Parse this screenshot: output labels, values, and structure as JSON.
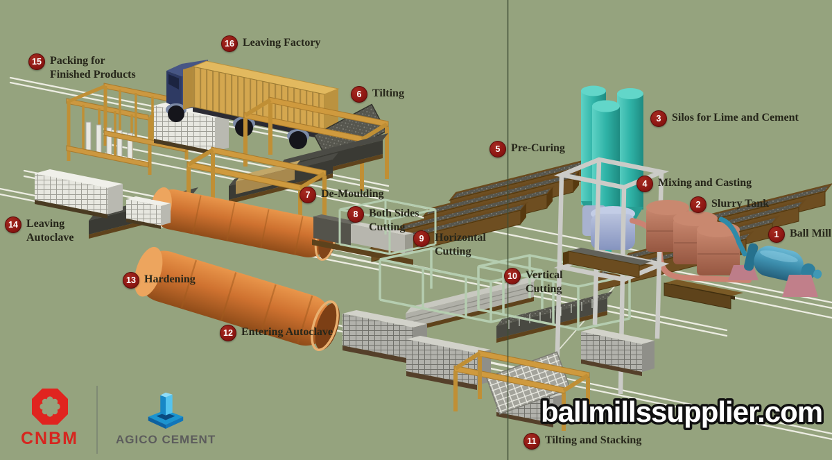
{
  "title": "AAC Block Production Line Process Diagram",
  "watermark": "ballmillssupplier.com",
  "branding": {
    "cnbm": {
      "name": "CNBM",
      "icon": "red-octagon-gear"
    },
    "agico": {
      "name": "AGICO CEMENT",
      "icon": "blue-tower-diamond"
    }
  },
  "steps": [
    {
      "num": "1",
      "label": "Ball Mill"
    },
    {
      "num": "2",
      "label": "Slurry Tank"
    },
    {
      "num": "3",
      "label": "Silos for Lime and Cement"
    },
    {
      "num": "4",
      "label": "Mixing and Casting"
    },
    {
      "num": "5",
      "label": "Pre-Curing"
    },
    {
      "num": "6",
      "label": "Tilting"
    },
    {
      "num": "7",
      "label": "De-Moulding"
    },
    {
      "num": "8",
      "label": "Both Sides\nCutting"
    },
    {
      "num": "9",
      "label": "Horizontal\nCutting"
    },
    {
      "num": "10",
      "label": "Vertical\nCutting"
    },
    {
      "num": "11",
      "label": "Tilting and Stacking"
    },
    {
      "num": "12",
      "label": "Entering Autoclave"
    },
    {
      "num": "13",
      "label": "Hardening"
    },
    {
      "num": "14",
      "label": "Leaving\nAutoclave"
    },
    {
      "num": "15",
      "label": "Packing for\nFinished Products"
    },
    {
      "num": "16",
      "label": "Leaving Factory"
    }
  ],
  "colors": {
    "background": "#95a37e",
    "fold_line": "#3e4c34",
    "badge": "#8e1713",
    "badge_text": "#ffffff",
    "label_text": "#26261a",
    "autoclave_orange": "#cf7230",
    "silo_teal": "#2fb3a7",
    "ball_mill_blue": "#3d8fae",
    "slurry_tank_brown": "#b36f5a",
    "gantry_orange": "#cf9a3e",
    "cutter_frame_green": "#b5cdb0",
    "mould_brown": "#6e4e21",
    "watermark_fill": "#ffffff",
    "watermark_outline": "#101010",
    "cnbm_red": "#d6261f",
    "agico_blue": "#1b94d0"
  }
}
